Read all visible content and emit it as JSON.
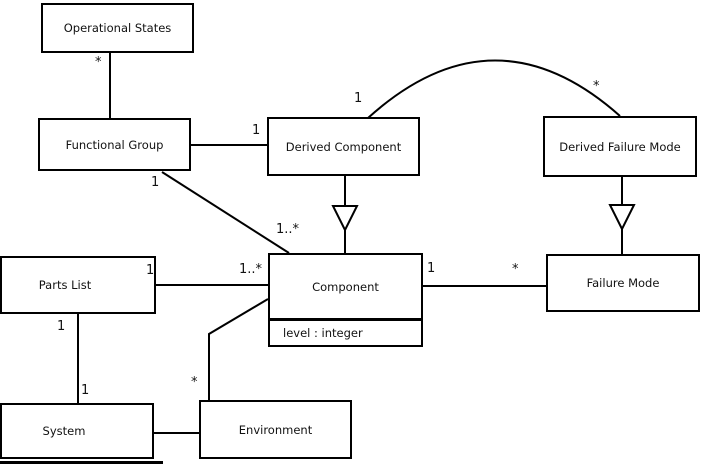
{
  "diagram": {
    "kind": "uml-class-diagram",
    "background_color": "#ffffff",
    "line_color": "#000000",
    "classes": [
      {
        "id": "operational-states",
        "name": "Operational States"
      },
      {
        "id": "functional-group",
        "name": "Functional Group"
      },
      {
        "id": "derived-component",
        "name": "Derived Component"
      },
      {
        "id": "derived-failure-mode",
        "name": "Derived Failure Mode"
      },
      {
        "id": "parts-list",
        "name": "Parts List"
      },
      {
        "id": "component",
        "name": "Component",
        "attributes": [
          "level : integer"
        ]
      },
      {
        "id": "failure-mode",
        "name": "Failure Mode"
      },
      {
        "id": "system",
        "name": "System"
      },
      {
        "id": "environment",
        "name": "Environment"
      }
    ],
    "multiplicities": {
      "operational_states_functional_group": "*",
      "functional_group_derived_component": "1",
      "derived_component_arc": "1",
      "derived_failure_mode_arc": "*",
      "functional_group_component_near": "1",
      "functional_group_component_far": "1..*",
      "parts_list_component_near": "1",
      "parts_list_component_far": "1..*",
      "component_failure_mode_near": "1",
      "component_failure_mode_far": "*",
      "parts_list_system_near": "1",
      "parts_list_system_far": "1",
      "environment_component_near": "*"
    }
  }
}
